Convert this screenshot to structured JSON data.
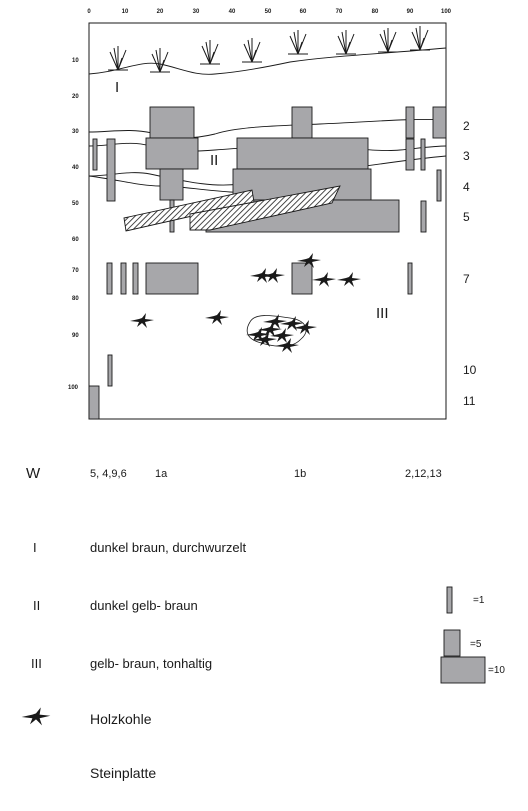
{
  "top_axis": {
    "ticks": [
      "0",
      "10",
      "20",
      "30",
      "40",
      "50",
      "60",
      "70",
      "80",
      "90",
      "100"
    ]
  },
  "left_axis": {
    "ticks": [
      "10",
      "20",
      "30",
      "40",
      "50",
      "60",
      "70",
      "80",
      "90",
      "100"
    ]
  },
  "roman_labels": [
    "I",
    "II",
    "III"
  ],
  "right_labels": [
    "2",
    "3",
    "4",
    "5",
    "7",
    "10",
    "11"
  ],
  "bottom_row": {
    "w": "W",
    "group1": "5, 4,9,6",
    "group2": "1a",
    "group3": "1b",
    "group4": "2,12,13"
  },
  "legend": {
    "layers": [
      {
        "numeral": "I",
        "text": "dunkel braun, durchwurzelt"
      },
      {
        "numeral": "II",
        "text": "dunkel gelb- braun"
      },
      {
        "numeral": "III",
        "text": "gelb- braun, tonhaltig"
      }
    ],
    "charcoal": "Holzkohle",
    "stone": "Steinplatte",
    "sizes": [
      "=1",
      "=5",
      "=10"
    ]
  },
  "colors": {
    "fill": "#a7a7aa",
    "stroke": "#1a1a1a"
  }
}
